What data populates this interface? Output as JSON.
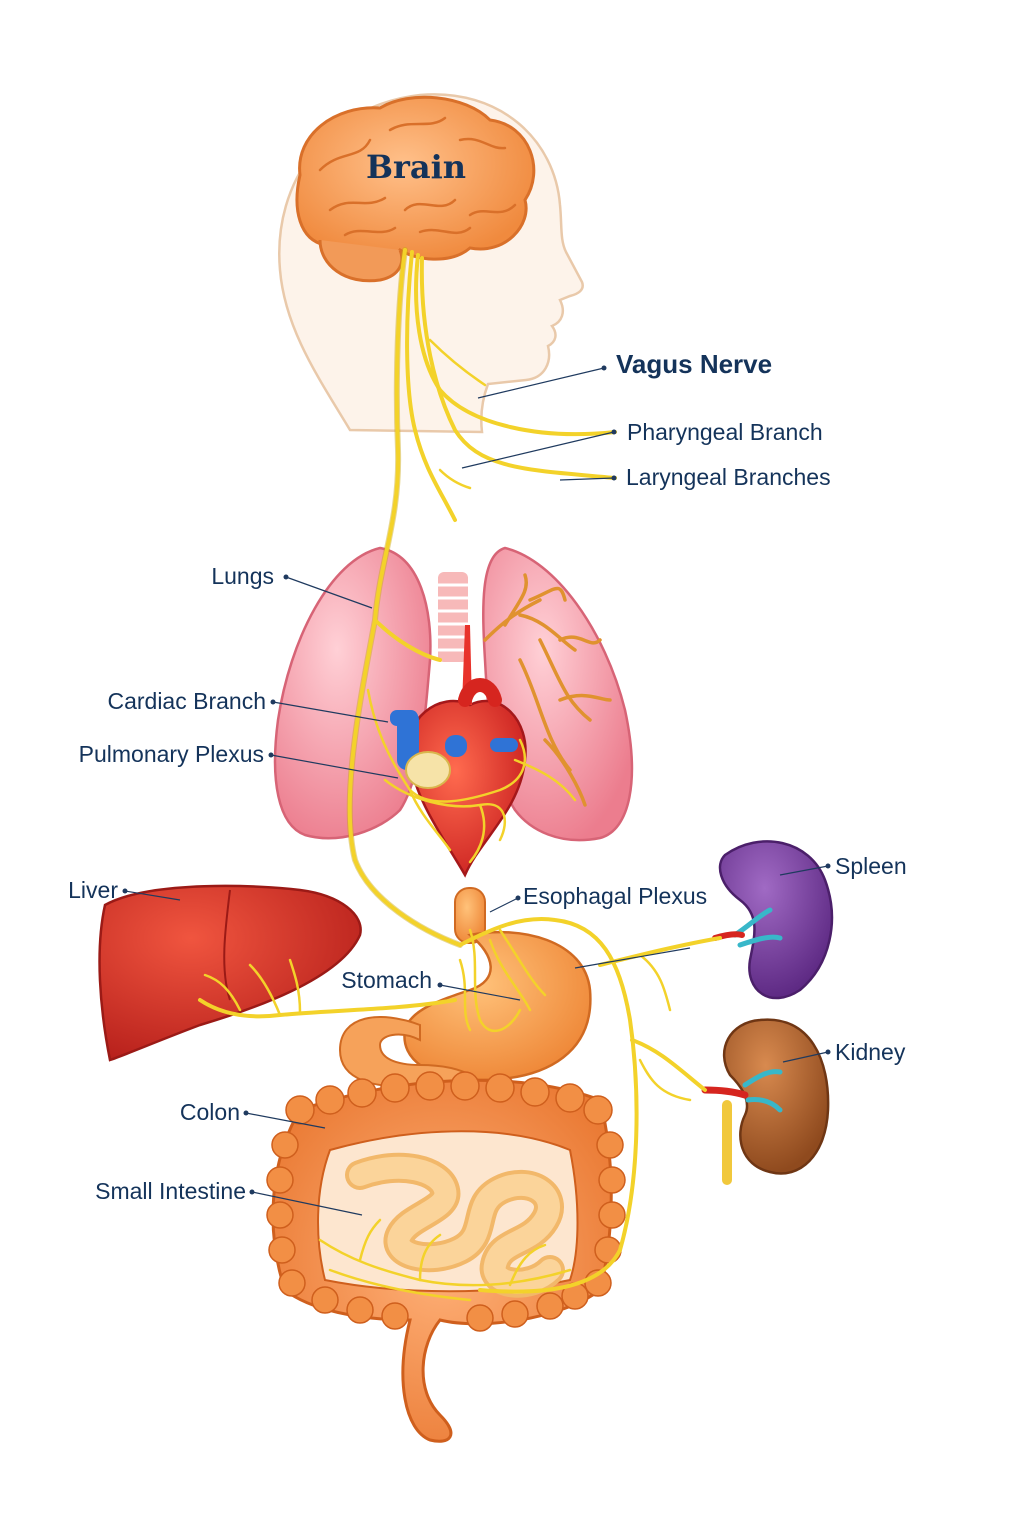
{
  "labels": {
    "brain": "Brain",
    "vagus_nerve": "Vagus Nerve",
    "pharyngeal_branch": "Pharyngeal Branch",
    "laryngeal_branches": "Laryngeal Branches",
    "lungs": "Lungs",
    "cardiac_branch": "Cardiac Branch",
    "pulmonary_plexus": "Pulmonary Plexus",
    "liver": "Liver",
    "esophagal_plexus": "Esophagal Plexus",
    "spleen": "Spleen",
    "stomach": "Stomach",
    "kidney": "Kidney",
    "colon": "Colon",
    "small_intestine": "Small Intestine"
  },
  "colors": {
    "nerve": "#f3d22a",
    "brain": "#f4a261",
    "lungs": "#f28b9a",
    "heart": "#e8322b",
    "liver": "#d9342b",
    "spleen": "#7b3fa0",
    "kidney": "#b5652d",
    "stomach": "#f39a4b",
    "colon": "#f08a3c",
    "small_intestine": "#f9c98a",
    "label_text": "#14335a"
  }
}
